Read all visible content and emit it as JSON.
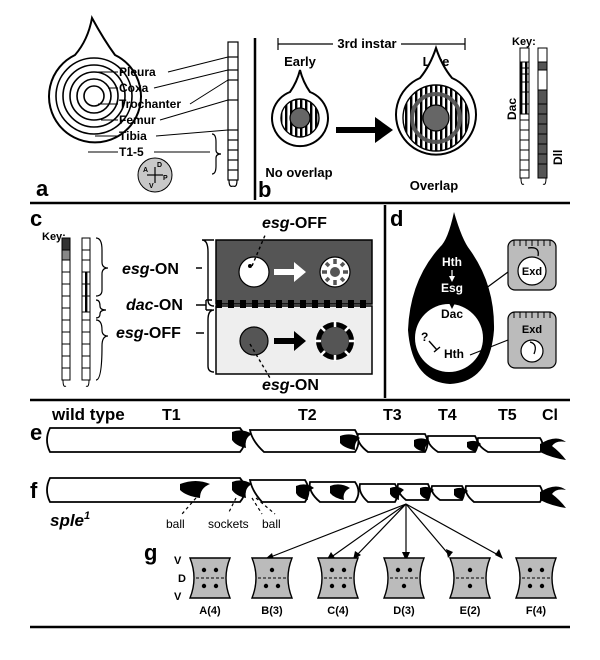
{
  "panels": {
    "a": {
      "letter": "a",
      "segment_labels": [
        "Pleura",
        "Coxa",
        "Trochanter",
        "Femur",
        "Tibia",
        "T1-5"
      ],
      "compass": [
        "A",
        "D",
        "P",
        "V"
      ]
    },
    "b": {
      "letter": "b",
      "stage": "3rd instar",
      "early": "Early",
      "late": "Late",
      "no_overlap": "No overlap",
      "overlap": "Overlap",
      "key": "Key:",
      "dac": "Dac",
      "dll": "Dll"
    },
    "c": {
      "letter": "c",
      "key": "Key:",
      "esg_top": "esg",
      "off_suffix": "-OFF",
      "on_suffix": "-ON",
      "esg_on": "esg",
      "dac_on": "dac",
      "esg_off": "esg",
      "esg_bottom": "esg"
    },
    "d": {
      "letter": "d",
      "hth_top": "Hth",
      "esg": "Esg",
      "dac": "Dac",
      "question": "?",
      "hth_bottom": "Hth",
      "exd": "Exd"
    },
    "e": {
      "letter": "e",
      "genotype": "wild type",
      "segments": [
        "T1",
        "T2",
        "T3",
        "T4",
        "T5",
        "Cl"
      ]
    },
    "f": {
      "letter": "f",
      "genotype": "sple",
      "superscript": "1",
      "ball": "ball",
      "sockets": "sockets"
    },
    "g": {
      "letter": "g",
      "axis": [
        "V",
        "D",
        "V"
      ],
      "cells": [
        "A(4)",
        "B(3)",
        "C(4)",
        "D(3)",
        "E(2)",
        "F(4)"
      ]
    }
  }
}
